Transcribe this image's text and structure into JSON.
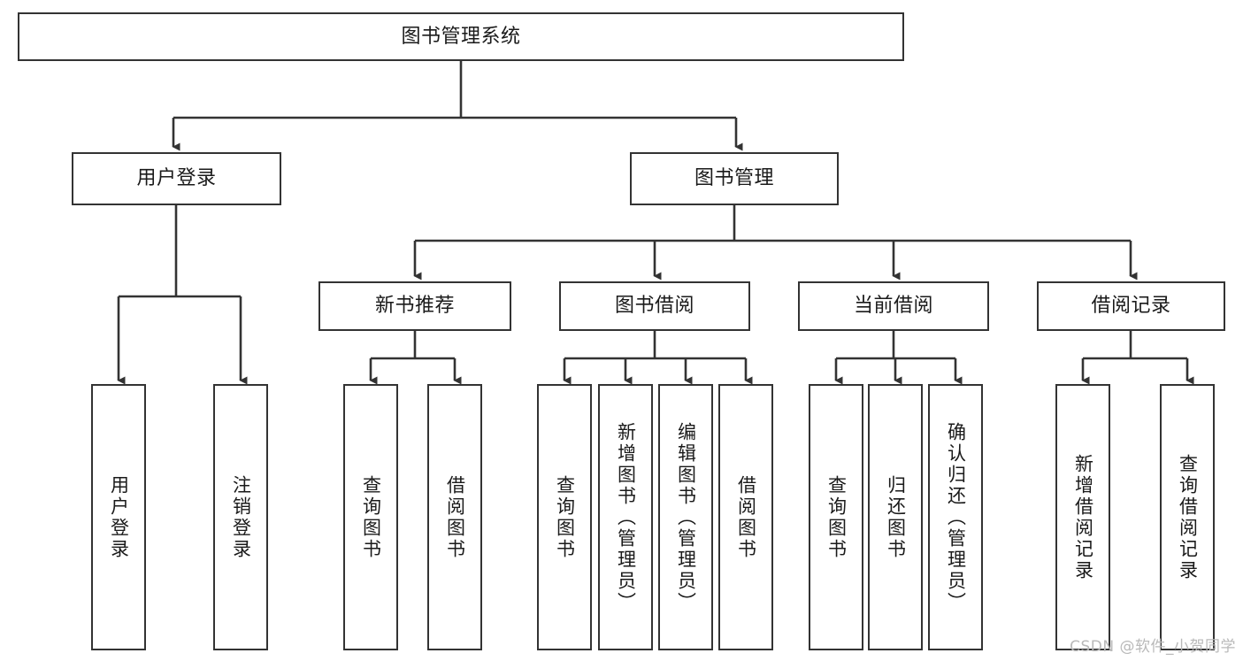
{
  "diagram": {
    "title": "图书管理系统",
    "colors": {
      "background": "#ffffff",
      "box_border": "#333333",
      "box_fill": "#ffffff",
      "edge": "#333333",
      "text": "#1a1a1a",
      "watermark": "#b9b9b9"
    },
    "watermark": "CSDN @软件_小贺同学",
    "root": {
      "label": "图书管理系统"
    },
    "level2": [
      {
        "label": "用户登录"
      },
      {
        "label": "图书管理"
      }
    ],
    "level3": [
      {
        "label": "新书推荐"
      },
      {
        "label": "图书借阅"
      },
      {
        "label": "当前借阅"
      },
      {
        "label": "借阅记录"
      }
    ],
    "leaves": {
      "user_login": [
        {
          "label": "用户登录"
        },
        {
          "label": "注销登录"
        }
      ],
      "new_book": [
        {
          "label": "查询图书"
        },
        {
          "label": "借阅图书"
        }
      ],
      "book_borrow": [
        {
          "label": "查询图书"
        },
        {
          "label": "新增图书（管理员）"
        },
        {
          "label": "编辑图书（管理员）"
        },
        {
          "label": "借阅图书"
        }
      ],
      "current_borrow": [
        {
          "label": "查询图书"
        },
        {
          "label": "归还图书"
        },
        {
          "label": "确认归还（管理员）"
        }
      ],
      "borrow_record": [
        {
          "label": "新增借阅记录"
        },
        {
          "label": "查询借阅记录"
        }
      ]
    }
  }
}
